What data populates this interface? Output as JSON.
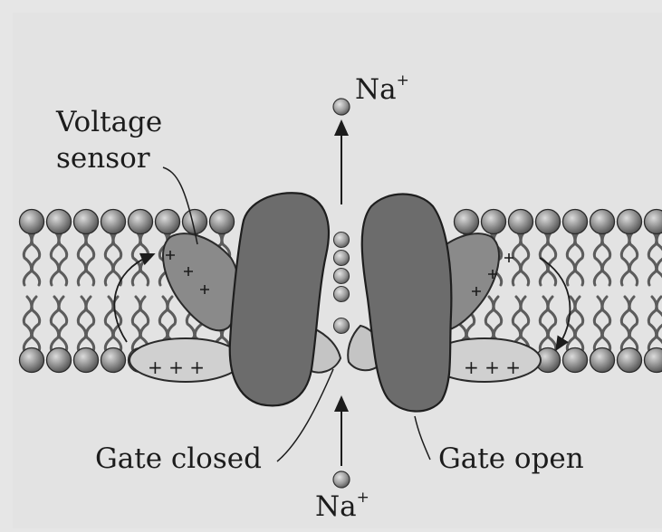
{
  "ion": {
    "symbol": "Na",
    "charge": "+"
  },
  "labels": {
    "voltage_sensor_line1": "Voltage",
    "voltage_sensor_line2": "sensor",
    "gate_closed": "Gate closed",
    "gate_open": "Gate open"
  },
  "sensor_charges": "+ + +",
  "colors": {
    "background": "#e6e6e6",
    "membrane_region": "#e1e1e1",
    "lipid_head": "#8c8c8c",
    "lipid_tail": "#6a6a6a",
    "channel_protein": "#6c6c6c",
    "voltage_sensor": "#8a8a8a",
    "gate_domain": "#d0d0d0",
    "ion": "#9a9a9a",
    "ink": "#1c1c1c"
  }
}
